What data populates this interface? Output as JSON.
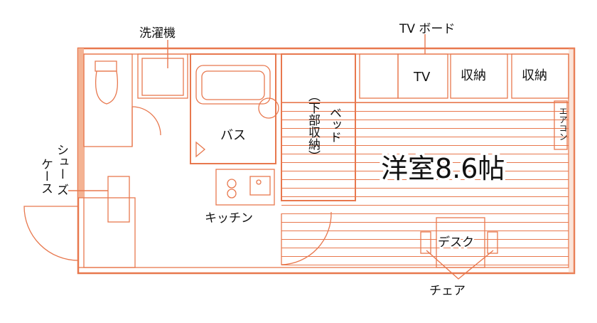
{
  "colors": {
    "wall": "#e8784e",
    "wall_fill": "#f4b393",
    "text": "#111111",
    "background": "#ffffff"
  },
  "labels": {
    "washer": "洗濯機",
    "tv_board": "TV ボード",
    "tv": "TV",
    "storage_1": "収納",
    "storage_2": "収納",
    "aircon": "エアコン",
    "bath": "バス",
    "bed_line1": "ベッド",
    "bed_line2": "（下部収納）",
    "room": "洋室8.6帖",
    "shoe_case_line1": "シュー",
    "shoe_case_line2": "ズ",
    "shoe_case_line3": "ケース",
    "kitchen": "キッチン",
    "desk": "デスク",
    "chair": "チェア"
  }
}
